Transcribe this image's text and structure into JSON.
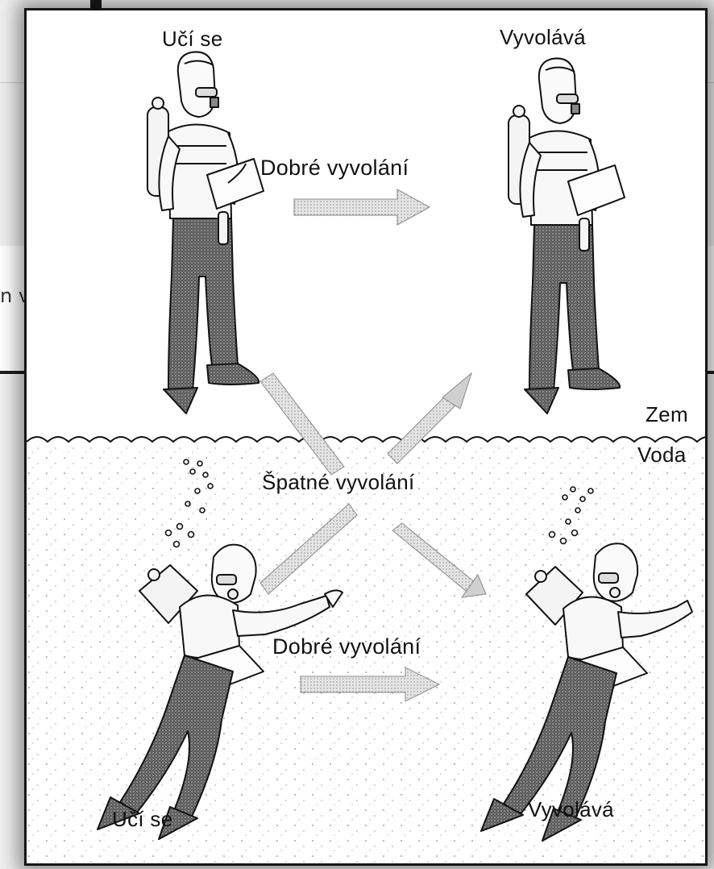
{
  "background": {
    "partial_text": "n v"
  },
  "figure": {
    "land": {
      "learn_label": "Učí se",
      "recall_label": "Vyvolává",
      "good_recall_label": "Dobré vyvolání"
    },
    "water": {
      "learn_label": "Učí se",
      "recall_label": "Vyvolává",
      "good_recall_label": "Dobré vyvolání"
    },
    "bad_recall_label": "Špatné vyvolání",
    "land_zone_label": "Zem",
    "water_zone_label": "Voda"
  },
  "colors": {
    "ink": "#111111",
    "suit_shading": "#5a5a5a",
    "arrow_fill": "#c9c9c9",
    "shadow": "rgba(0,0,0,0.42)"
  }
}
